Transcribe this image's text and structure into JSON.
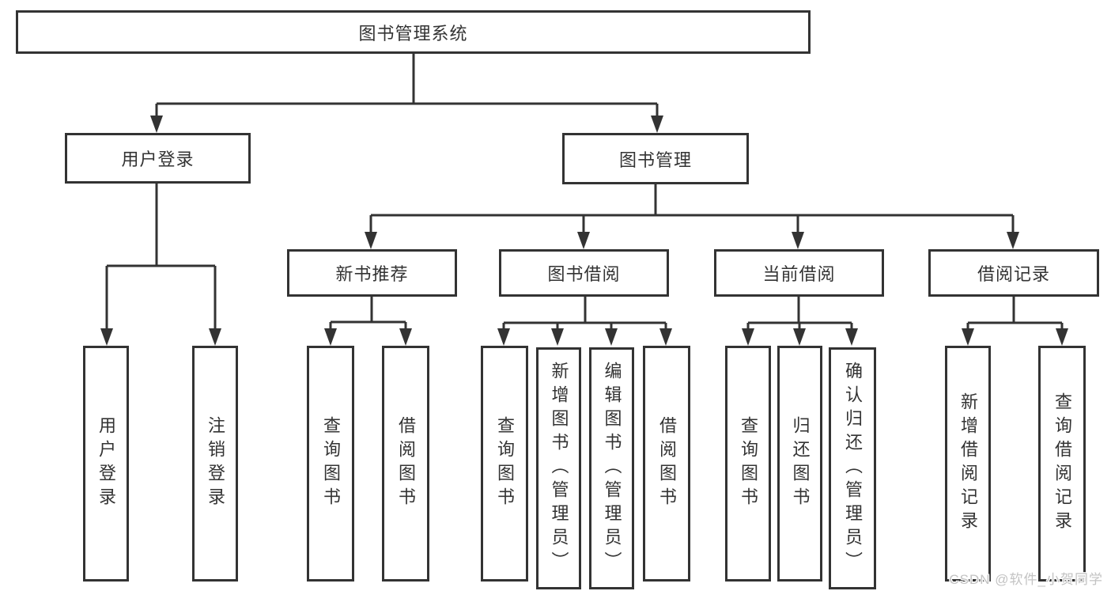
{
  "diagram": {
    "type": "hierarchy-tree",
    "colors": {
      "line": "#333333",
      "box_border": "#333333",
      "text": "#333333",
      "background": "#ffffff",
      "watermark_text": "#c3c3c3"
    }
  },
  "tree": {
    "root": "图书管理系统",
    "level2": [
      "用户登录",
      "图书管理"
    ],
    "level3": [
      "新书推荐",
      "图书借阅",
      "当前借阅",
      "借阅记录"
    ],
    "leaves": {
      "user": [
        "用户登录",
        "注销登录"
      ],
      "recommend": [
        "查询图书",
        "借阅图书"
      ],
      "borrow": [
        "查询图书",
        "新增图书（管理员）",
        "编辑图书（管理员）",
        "借阅图书"
      ],
      "current": [
        "查询图书",
        "归还图书",
        "确认归还（管理员）"
      ],
      "record": [
        "新增借阅记录",
        "查询借阅记录"
      ]
    }
  },
  "watermark": "CSDN @软件_小贺同学"
}
